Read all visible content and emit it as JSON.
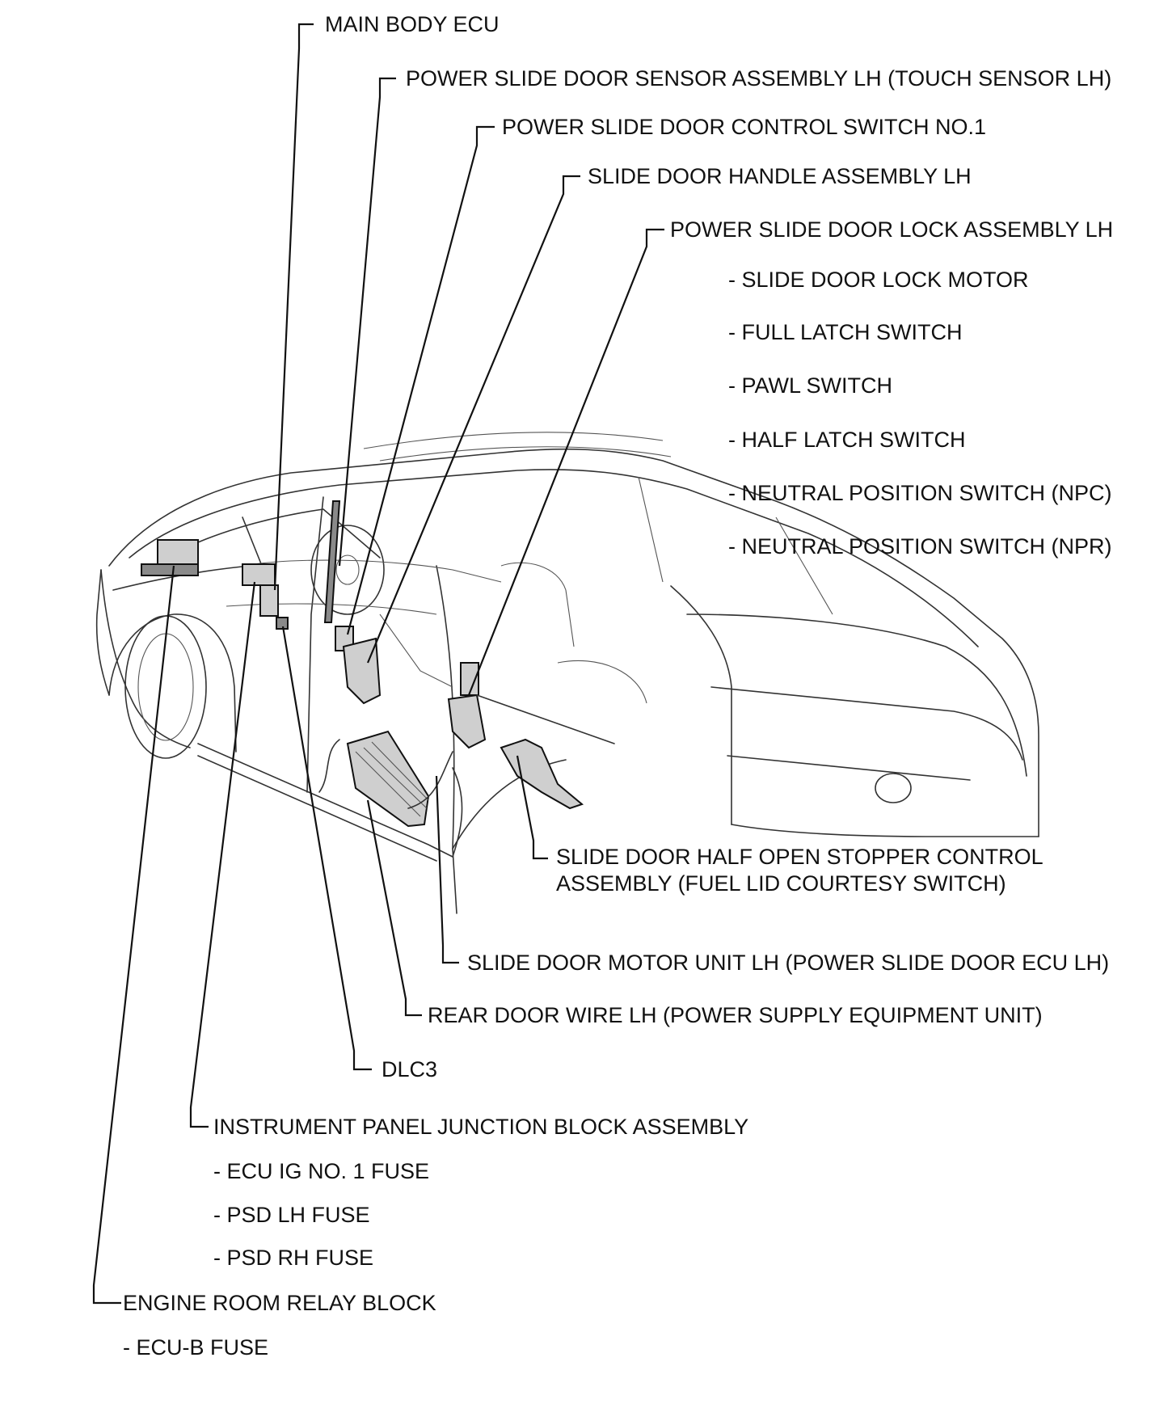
{
  "labels": {
    "main_body_ecu": "MAIN BODY ECU",
    "touch_sensor": "POWER SLIDE DOOR SENSOR ASSEMBLY LH (TOUCH SENSOR LH)",
    "control_switch": "POWER SLIDE DOOR CONTROL SWITCH NO.1",
    "door_handle": "SLIDE DOOR HANDLE ASSEMBLY LH",
    "lock_assembly": "POWER SLIDE DOOR LOCK ASSEMBLY LH",
    "lock_items": [
      "- SLIDE DOOR LOCK MOTOR",
      "- FULL LATCH SWITCH",
      "- PAWL SWITCH",
      "- HALF LATCH SWITCH",
      "- NEUTRAL POSITION SWITCH (NPC)",
      "- NEUTRAL POSITION SWITCH (NPR)"
    ],
    "half_open_stopper_line1": "SLIDE DOOR HALF OPEN STOPPER CONTROL",
    "half_open_stopper_line2": "ASSEMBLY (FUEL LID COURTESY SWITCH)",
    "motor_unit": "SLIDE DOOR MOTOR UNIT LH (POWER SLIDE DOOR ECU LH)",
    "rear_door_wire": "REAR DOOR WIRE LH (POWER SUPPLY EQUIPMENT UNIT)",
    "dlc3": "DLC3",
    "ip_junction_block": "INSTRUMENT PANEL JUNCTION BLOCK ASSEMBLY",
    "ip_items": [
      "- ECU IG NO. 1 FUSE",
      "- PSD LH FUSE",
      "- PSD RH FUSE"
    ],
    "engine_room_relay": "ENGINE ROOM RELAY BLOCK",
    "engine_items": [
      "- ECU-B FUSE"
    ]
  }
}
